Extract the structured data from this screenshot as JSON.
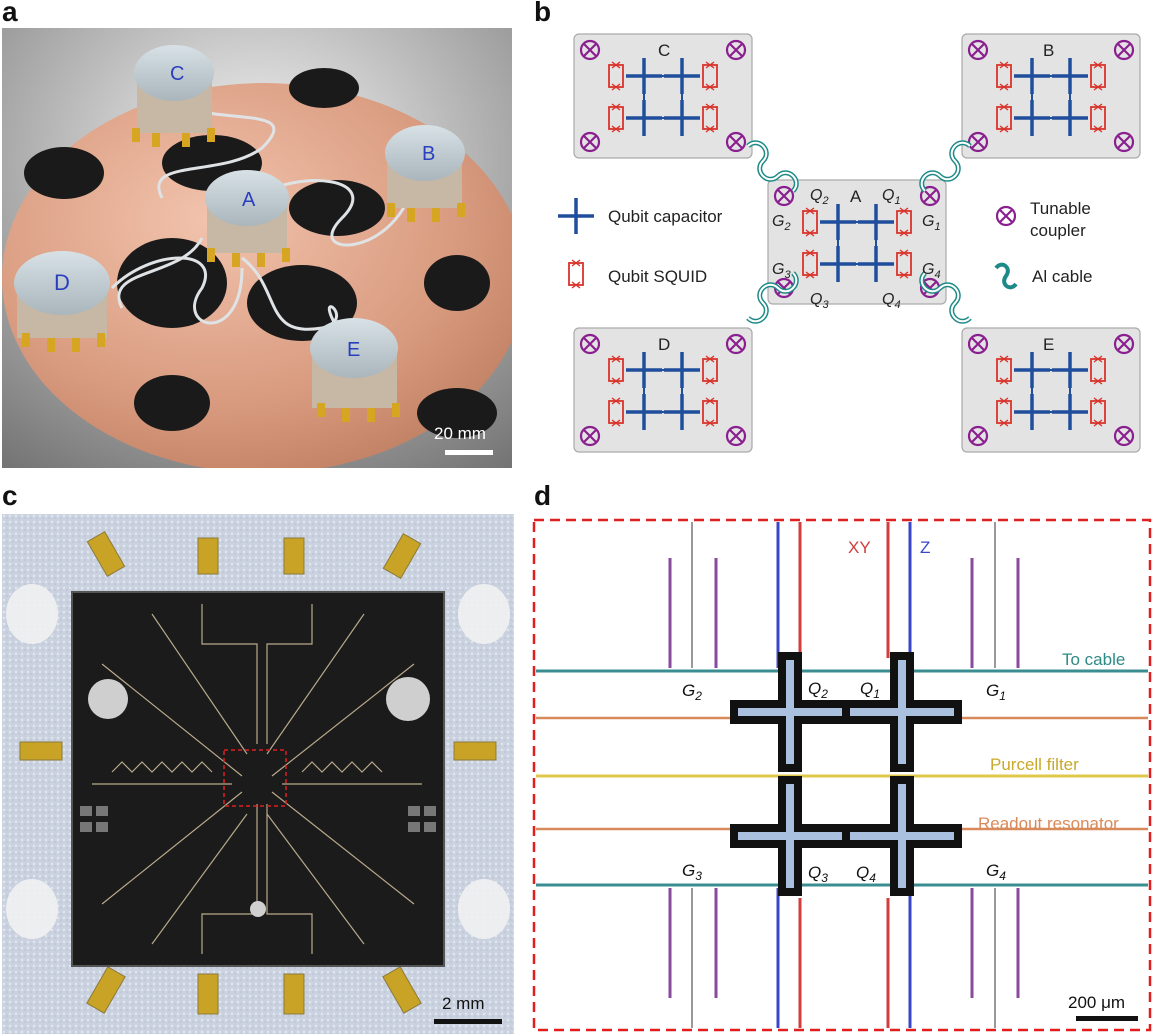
{
  "panels": {
    "a": {
      "letter": "a",
      "scalebar": "20 mm",
      "module_labels": [
        "C",
        "A",
        "B",
        "D",
        "E"
      ]
    },
    "b": {
      "letter": "b",
      "modules": [
        "C",
        "B",
        "A",
        "D",
        "E"
      ],
      "qubit_labels": {
        "q1": "Q",
        "q2": "Q",
        "q3": "Q",
        "q4": "Q"
      },
      "qubit_subs": {
        "q1": "1",
        "q2": "2",
        "q3": "3",
        "q4": "4"
      },
      "coupler_labels": {
        "g1": "G",
        "g2": "G",
        "g3": "G",
        "g4": "G"
      },
      "coupler_subs": {
        "g1": "1",
        "g2": "2",
        "g3": "3",
        "g4": "4"
      },
      "legend": {
        "qubit_capacitor": "Qubit capacitor",
        "qubit_squid": "Qubit SQUID",
        "tunable_coupler_1": "Tunable",
        "tunable_coupler_2": "coupler",
        "al_cable": "Al cable"
      }
    },
    "c": {
      "letter": "c",
      "scalebar": "2 mm"
    },
    "d": {
      "letter": "d",
      "scalebar": "200 μm",
      "line_labels": {
        "xy": "XY",
        "z": "Z",
        "to_cable": "To cable",
        "purcell": "Purcell filter",
        "readout": "Readout resonator"
      }
    }
  },
  "colors": {
    "copper": "#d89a7e",
    "qubit_blue": "#1f4e9c",
    "squid_red": "#d9342b",
    "coupler_purple": "#8a1f8f",
    "cable_teal": "#1e8a87",
    "xy_red": "#d23c3c",
    "z_blue": "#3a46c8",
    "purcell_yellow": "#e0c84a",
    "readout_orange": "#d98a5a",
    "dash_red": "#e02020"
  }
}
